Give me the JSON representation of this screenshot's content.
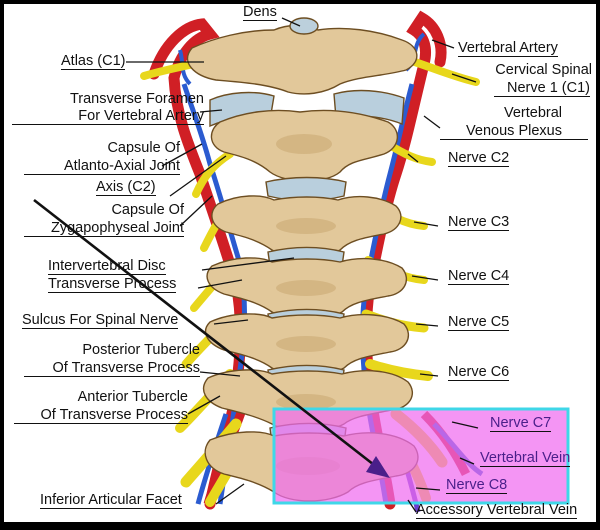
{
  "labels": {
    "dens": "Dens",
    "atlas": "Atlas (C1)",
    "vertebral_artery": "Vertebral Artery",
    "cervical_spinal_nerve_line1": "Cervical Spinal",
    "cervical_spinal_nerve_line2": "Nerve 1 (C1)",
    "transverse_foramen_line1": "Transverse Foramen",
    "transverse_foramen_line2": "For Vertebral Artery",
    "vertebral_venous_plexus_line1": "Vertebral",
    "vertebral_venous_plexus_line2": "Venous Plexus",
    "capsule_atlanto_axial_line1": "Capsule Of",
    "capsule_atlanto_axial_line2": "Atlanto-Axial Joint",
    "nerve_c2": "Nerve C2",
    "axis": "Axis (C2)",
    "capsule_zygapophyseal_line1": "Capsule Of",
    "capsule_zygapophyseal_line2": "Zygapophyseal Joint",
    "nerve_c3": "Nerve C3",
    "intervertebral_disc": "Intervertebral Disc",
    "nerve_c4": "Nerve C4",
    "transverse_process": "Transverse Process",
    "sulcus_spinal_nerve": "Sulcus For Spinal Nerve",
    "nerve_c5": "Nerve C5",
    "posterior_tubercle_line1": "Posterior Tubercle",
    "posterior_tubercle_line2": "Of Transverse Process",
    "nerve_c6": "Nerve C6",
    "anterior_tubercle_line1": "Anterior Tubercle",
    "anterior_tubercle_line2": "Of Transverse Process",
    "nerve_c7": "Nerve C7",
    "vertebral_vein": "Vertebral Vein",
    "nerve_c8": "Nerve C8",
    "inferior_articular_facet": "Inferior Articular Facet",
    "accessory_vertebral_vein": "Accessory Vertebral Vein"
  },
  "colors": {
    "bone": "#e2c89a",
    "bone_shadow": "#b89560",
    "disc": "#b9cfdd",
    "nerve": "#e8d71c",
    "artery": "#d01f25",
    "vein": "#2b5bd0",
    "highlight_fill": "#f06cf0",
    "highlight_border": "#3fd7e8",
    "arrow": "#111111",
    "arrow_head": "#4a1f8a"
  }
}
